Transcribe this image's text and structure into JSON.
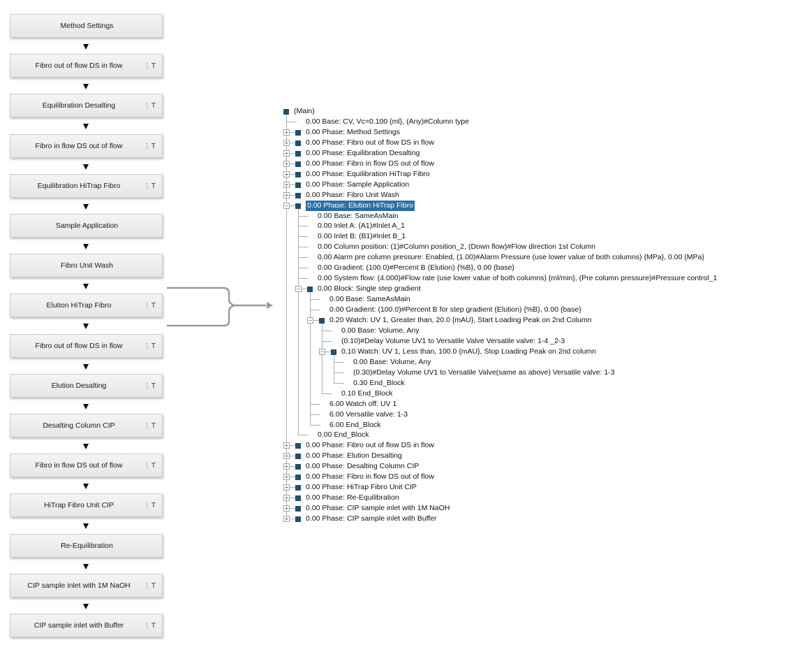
{
  "flow": {
    "phases": [
      {
        "label": "Method Settings",
        "t": false
      },
      {
        "label": "Fibro out of flow DS in flow",
        "t": true
      },
      {
        "label": "Equilibration Desalting",
        "t": true
      },
      {
        "label": "Fibro in flow DS out of flow",
        "t": true
      },
      {
        "label": "Equilibration HiTrap Fibro",
        "t": true
      },
      {
        "label": "Sample Application",
        "t": false
      },
      {
        "label": "Fibro Unit Wash",
        "t": false
      },
      {
        "label": "Elution HiTrap Fibro",
        "t": true
      },
      {
        "label": "Fibro out of flow DS in flow",
        "t": true
      },
      {
        "label": "Elution Desalting",
        "t": true
      },
      {
        "label": "Desalting Column CIP",
        "t": true
      },
      {
        "label": "Fibro in flow DS out of flow",
        "t": true
      },
      {
        "label": "HiTrap Fibro Unit CIP",
        "t": true
      },
      {
        "label": "Re-Equilibration",
        "t": false
      },
      {
        "label": "CIP sample inlet with 1M NaOH",
        "t": true
      },
      {
        "label": "CIP sample inlet with Buffer",
        "t": true
      }
    ],
    "t_marker": "T",
    "dots_glyph": "⋮"
  },
  "tree": {
    "rows": [
      {
        "text": "(Main)",
        "node": true,
        "expander": "",
        "selected": false
      },
      {
        "text": "0.00   Base: CV, Vc=0.100 {ml}, (Any)#Column type",
        "node": false,
        "expander": "",
        "selected": false
      },
      {
        "text": "0.00   Phase: Method Settings",
        "node": true,
        "expander": "+",
        "selected": false
      },
      {
        "text": "0.00   Phase: Fibro out of flow DS in flow",
        "node": true,
        "expander": "+",
        "selected": false
      },
      {
        "text": "0.00   Phase: Equilibration Desalting",
        "node": true,
        "expander": "+",
        "selected": false
      },
      {
        "text": "0.00   Phase: Fibro in flow DS out of flow",
        "node": true,
        "expander": "+",
        "selected": false
      },
      {
        "text": "0.00   Phase: Equilibration HiTrap Fibro",
        "node": true,
        "expander": "+",
        "selected": false
      },
      {
        "text": "0.00   Phase: Sample Application",
        "node": true,
        "expander": "+",
        "selected": false
      },
      {
        "text": "0.00   Phase: Fibro Unit Wash",
        "node": true,
        "expander": "+",
        "selected": false
      },
      {
        "text": "0.00   Phase: Elution HiTrap Fibro",
        "node": true,
        "expander": "−",
        "selected": true
      },
      {
        "text": "0.00   Base: SameAsMain",
        "node": false,
        "expander": "",
        "selected": false
      },
      {
        "text": "0.00   Inlet A: (A1)#Inlet A_1",
        "node": false,
        "expander": "",
        "selected": false
      },
      {
        "text": "0.00   Inlet B: (B1)#Inlet B_1",
        "node": false,
        "expander": "",
        "selected": false
      },
      {
        "text": "0.00   Column position: (1)#Column position_2, (Down flow)#Flow direction 1st Column",
        "node": false,
        "expander": "",
        "selected": false
      },
      {
        "text": "0.00   Alarm pre column pressure: Enabled, (1.00)#Alarm Pressure (use lower value of both columns) {MPa}, 0.00 {MPa}",
        "node": false,
        "expander": "",
        "selected": false
      },
      {
        "text": "0.00   Gradient: (100.0)#Percent B (Elution) {%B}, 0.00 {base}",
        "node": false,
        "expander": "",
        "selected": false
      },
      {
        "text": "0.00   System flow: (4.000)#Flow rate  (use lower value of both columns) {ml/min}, (Pre column pressure)#Pressure control_1",
        "node": false,
        "expander": "",
        "selected": false
      },
      {
        "text": "0.00   Block: Single step gradient",
        "node": true,
        "expander": "−",
        "selected": false
      },
      {
        "text": "0.00   Base: SameAsMain",
        "node": false,
        "expander": "",
        "selected": false
      },
      {
        "text": "0.00   Gradient: (100.0)#Percent B for step gradient (Elution) {%B}, 0.00 {base}",
        "node": false,
        "expander": "",
        "selected": false
      },
      {
        "text": "0.20   Watch: UV 1, Greater than, 20.0 {mAU}, Start Loading Peak on 2nd Column",
        "node": true,
        "expander": "−",
        "selected": false
      },
      {
        "text": "0.00   Base: Volume, Any",
        "node": false,
        "expander": "",
        "selected": false
      },
      {
        "text": "(0.10)#Delay Volume UV1 to Versatile Valve   Versatile valve: 1-4 _2-3",
        "node": false,
        "expander": "",
        "selected": false
      },
      {
        "text": "0.10   Watch: UV 1, Less than, 100.0 {mAU}, Stop Loading Peak on 2nd column",
        "node": true,
        "expander": "−",
        "selected": false
      },
      {
        "text": "0.00   Base: Volume, Any",
        "node": false,
        "expander": "",
        "selected": false
      },
      {
        "text": "(0.30)#Delay Volume UV1 to Versatile Valve(same as above)   Versatile valve: 1-3",
        "node": false,
        "expander": "",
        "selected": false
      },
      {
        "text": "0.30   End_Block",
        "node": false,
        "expander": "",
        "selected": false
      },
      {
        "text": "0.10   End_Block",
        "node": false,
        "expander": "",
        "selected": false
      },
      {
        "text": "6.00   Watch off: UV 1",
        "node": false,
        "expander": "",
        "selected": false
      },
      {
        "text": "6.00   Versatile valve: 1-3",
        "node": false,
        "expander": "",
        "selected": false
      },
      {
        "text": "6.00   End_Block",
        "node": false,
        "expander": "",
        "selected": false
      },
      {
        "text": "0.00   End_Block",
        "node": false,
        "expander": "",
        "selected": false
      },
      {
        "text": "0.00   Phase: Fibro out of flow DS in flow",
        "node": true,
        "expander": "+",
        "selected": false
      },
      {
        "text": "0.00   Phase: Elution Desalting",
        "node": true,
        "expander": "+",
        "selected": false
      },
      {
        "text": "0.00   Phase: Desalting Column CIP",
        "node": true,
        "expander": "+",
        "selected": false
      },
      {
        "text": "0.00   Phase: Fibro in flow DS out of flow",
        "node": true,
        "expander": "+",
        "selected": false
      },
      {
        "text": "0.00   Phase: HiTrap Fibro Unit CIP",
        "node": true,
        "expander": "+",
        "selected": false
      },
      {
        "text": "0.00   Phase: Re-Equilibration",
        "node": true,
        "expander": "+",
        "selected": false
      },
      {
        "text": "0.00   Phase: CIP sample inlet with 1M NaOH",
        "node": true,
        "expander": "+",
        "selected": false
      },
      {
        "text": "0.00   Phase: CIP sample inlet with Buffer",
        "node": true,
        "expander": "+",
        "selected": false
      }
    ]
  },
  "colors": {
    "node": "#21506e",
    "selection": "#2e6ea0",
    "bracket": "#9a9a9a"
  }
}
